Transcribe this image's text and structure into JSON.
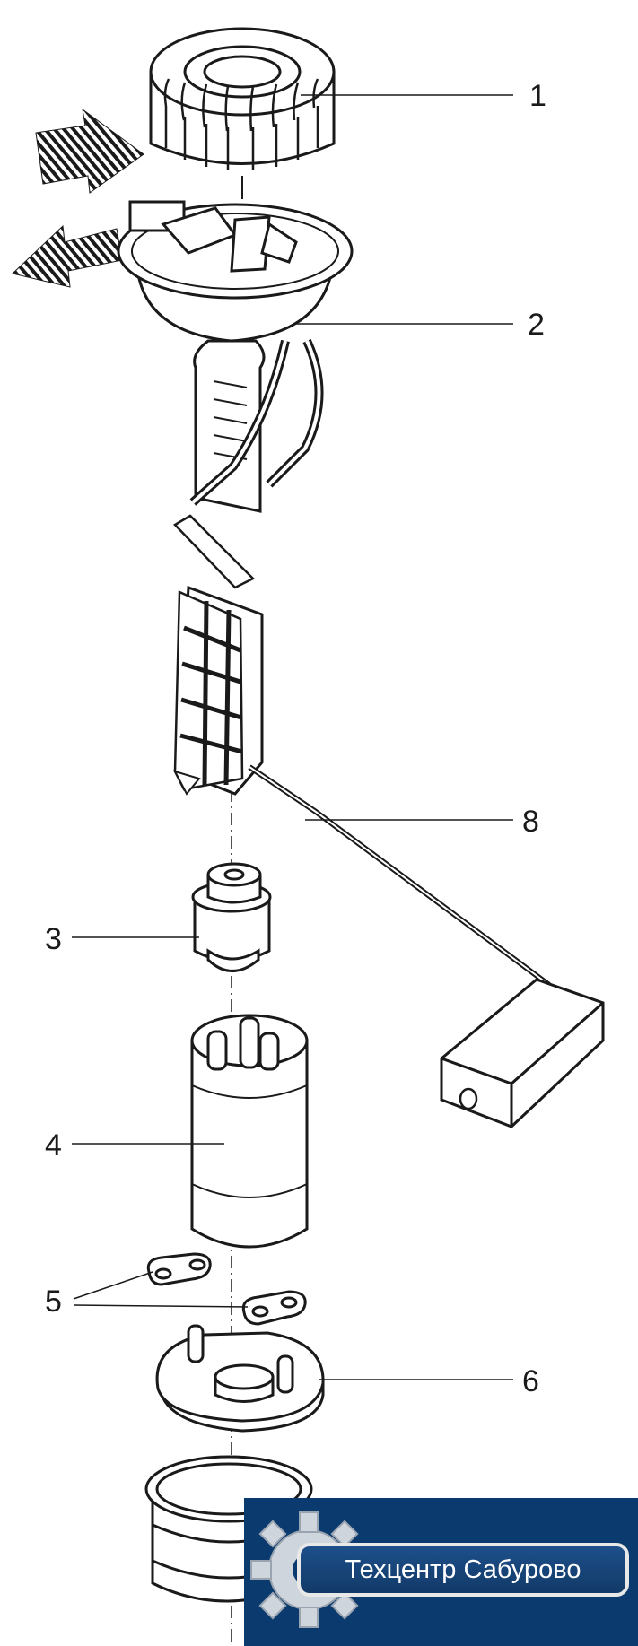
{
  "callouts": [
    {
      "id": "1",
      "text": "1"
    },
    {
      "id": "2",
      "text": "2"
    },
    {
      "id": "8",
      "text": "8"
    },
    {
      "id": "3",
      "text": "3"
    },
    {
      "id": "4",
      "text": "4"
    },
    {
      "id": "5",
      "text": "5"
    },
    {
      "id": "6",
      "text": "6"
    }
  ],
  "watermark": {
    "text": "Техцентр Сабурово",
    "icon": "gear-icon"
  },
  "colors": {
    "line": "#1a1a1a",
    "fill": "#ffffff",
    "watermark_bg": "#0a3a6e",
    "badge": "#1d4f8a"
  }
}
